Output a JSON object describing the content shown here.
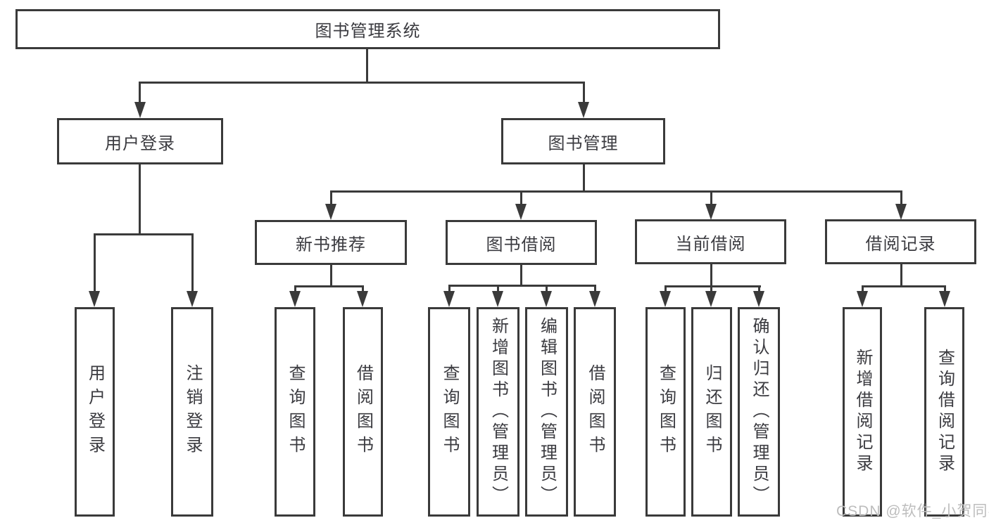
{
  "tree": {
    "root": {
      "label": "图书管理系统"
    },
    "branches": [
      {
        "label": "用户登录",
        "children": [
          {
            "label": "用户登录"
          },
          {
            "label": "注销登录"
          }
        ]
      },
      {
        "label": "图书管理",
        "children": [
          {
            "label": "新书推荐",
            "children": [
              {
                "label": "查询图书"
              },
              {
                "label": "借阅图书"
              }
            ]
          },
          {
            "label": "图书借阅",
            "children": [
              {
                "label": "查询图书"
              },
              {
                "label": "新增图书（管理员）"
              },
              {
                "label": "编辑图书（管理员）"
              },
              {
                "label": "借阅图书"
              }
            ]
          },
          {
            "label": "当前借阅",
            "children": [
              {
                "label": "查询图书"
              },
              {
                "label": "归还图书"
              },
              {
                "label": "确认归还（管理员）"
              }
            ]
          },
          {
            "label": "借阅记录",
            "children": [
              {
                "label": "新增借阅记录"
              },
              {
                "label": "查询借阅记录"
              }
            ]
          }
        ]
      }
    ]
  },
  "watermark": {
    "text": "CSDN @软件_小贺同学"
  },
  "colors": {
    "line": "#3a3a3a",
    "text": "#3b3b40",
    "watermark": "#bdbdbd",
    "background": "#ffffff"
  }
}
